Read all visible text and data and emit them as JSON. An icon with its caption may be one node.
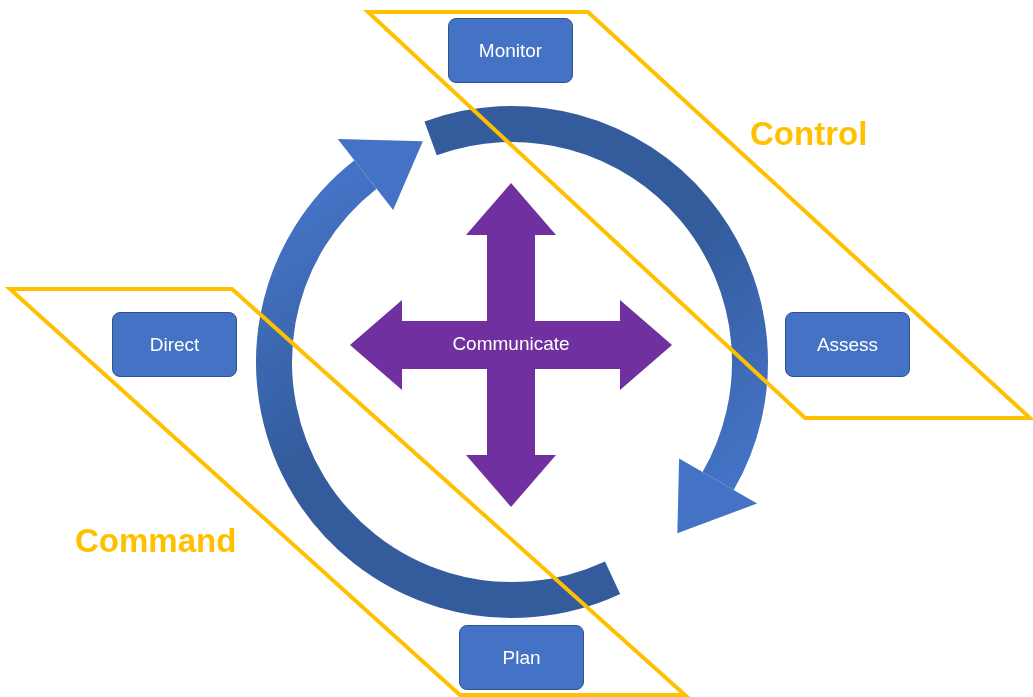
{
  "diagram": {
    "nodes": [
      {
        "text": [
          "Control"
        ]
      },
      {
        "text": [
          "Monitor"
        ],
        "in": 0
      },
      {
        "text": [
          "Assess"
        ],
        "in": 0
      },
      {
        "text": [
          "Command"
        ]
      },
      {
        "text": [
          "Direct"
        ],
        "in": 3
      },
      {
        "text": [
          "Plan"
        ],
        "in": 3
      },
      {
        "text": [
          "Communicate"
        ]
      }
    ]
  }
}
